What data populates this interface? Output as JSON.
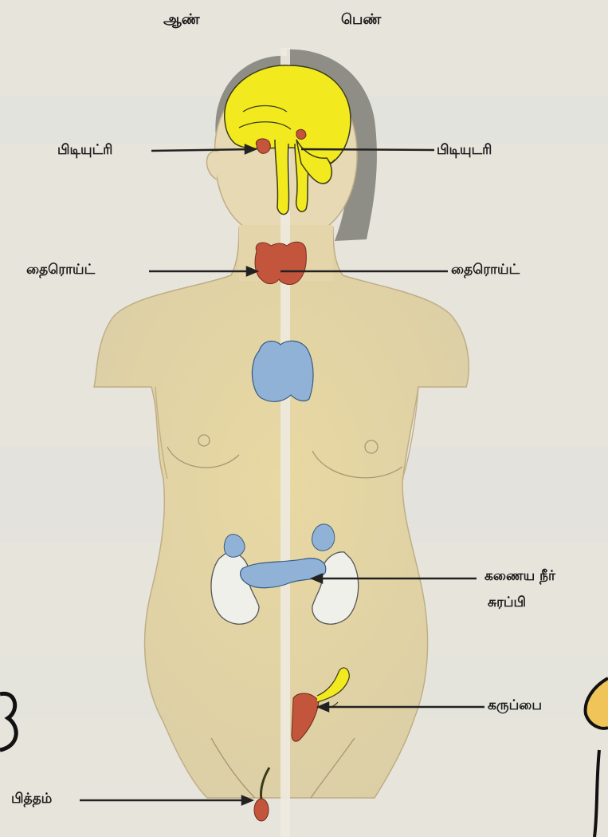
{
  "headers": {
    "male": "ஆண்",
    "female": "பெண்"
  },
  "labels": {
    "pituitary_left": "பிடியுட்ரி",
    "pituitary_right": "பிடியுடரி",
    "thyroid_left": "தைரொய்ட்",
    "thyroid_right": "தைரொய்ட்",
    "adrenal_line1": "கணைய நீர்",
    "adrenal_line2": "சுரப்பி",
    "uterus": "கருப்பை",
    "testis": "பித்தம்"
  },
  "colors": {
    "background": "#e6e3da",
    "body_fill": "#e2d3a4",
    "brain": "#f2ea1e",
    "gland_red": "#c2553c",
    "gland_blue": "#8fb2d6",
    "hair": "#8e8e86"
  }
}
